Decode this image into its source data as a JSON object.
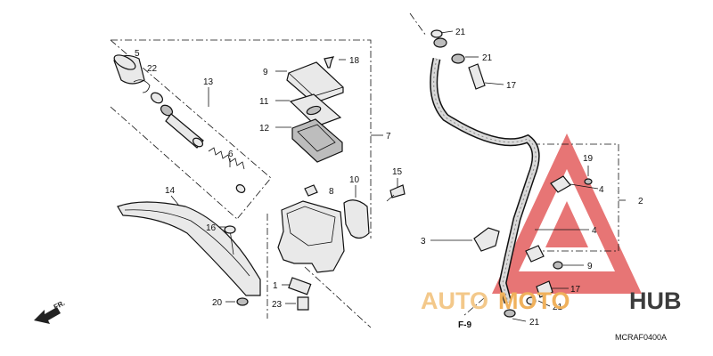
{
  "diagram": {
    "callouts": {
      "c5": "5",
      "c22": "22",
      "c13": "13",
      "c6": "6",
      "c9a": "9",
      "c11": "11",
      "c12": "12",
      "c18": "18",
      "c7": "7",
      "c10": "10",
      "c8": "8",
      "c15": "15",
      "c14": "14",
      "c16": "16",
      "c1": "1",
      "c20": "20",
      "c23": "23",
      "c21a": "21",
      "c21b": "21",
      "c17a": "17",
      "c19": "19",
      "c4a": "4",
      "c2": "2",
      "c3": "3",
      "c4b": "4",
      "c9b": "9",
      "c17b": "17",
      "c21c": "21",
      "c21d": "21"
    },
    "fr_label": "FR.",
    "page_ref": "F-9",
    "drawing_code": "MCRAF0400A"
  },
  "watermark": {
    "auto": "AUTO",
    "moto": "MOTO",
    "hub": "HUB",
    "colors": {
      "triangle": "#e04848",
      "orange": "#f0b15c",
      "light_orange": "#f3c88a",
      "dark": "#3c3c3c"
    }
  }
}
